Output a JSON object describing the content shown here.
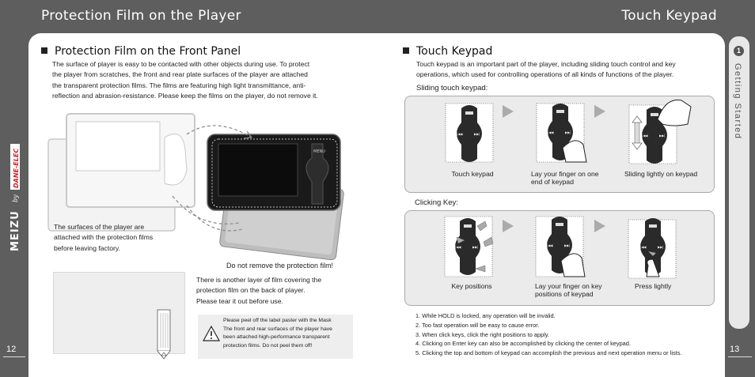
{
  "header": {
    "left_title": "Protection Film on the Player",
    "right_title": "Touch Keypad"
  },
  "spine": {
    "brand": "MEIZU",
    "by": "by",
    "partner": "DANE-ELEC"
  },
  "page_numbers": {
    "left": "12",
    "right": "13"
  },
  "side_tab": {
    "number": "1",
    "label": "Getting Started"
  },
  "left": {
    "section_title": "Protection Film on the Front Panel",
    "intro_lines": [
      "The surface of player is easy to be contacted with other objects during use. To protect",
      "the player from scratches, the front and rear plate surfaces of the player are attached",
      "the transparent protection films. The films are featuring high light transmittance, anti-",
      "reflection and abrasion-resistance. Please keep the films on the player, do not remove it."
    ],
    "surfaces_lines": [
      "The surfaces of the player are",
      "attached with the protection films",
      "before leaving factory."
    ],
    "warning_title": "Do not remove the protection film!",
    "back_lines": [
      "There is another layer of film covering the",
      "protection film on the back of player.",
      "Please tear it out before use."
    ],
    "notice_lines": [
      "Please peel off the label paster with the Mask",
      "The front and rear surfaces of the player have",
      "been attached high-performance transparent",
      "protection films. Do not peel them off!"
    ]
  },
  "right": {
    "section_title": "Touch Keypad",
    "intro_lines": [
      "Touch keypad is an important part of the player, including sliding touch control and key",
      "operations, which used for controlling operations of all kinds of functions of the player."
    ],
    "sliding_title": "Sliding touch keypad:",
    "sliding_captions": [
      [
        "Touch keypad"
      ],
      [
        "Lay your finger on one",
        "end of keypad"
      ],
      [
        "Sliding lightly on keypad"
      ]
    ],
    "clicking_title": "Clicking Key:",
    "clicking_captions": [
      [
        "Key positions"
      ],
      [
        "Lay your finger on key",
        "positions of keypad"
      ],
      [
        "Press lightly"
      ]
    ],
    "notes": [
      "1. While HOLD is locked, any operation will be invalid.",
      "2. Too fast operation will be easy to cause error.",
      "3. When click keys, click the right positions to apply.",
      "4. Clicking on Enter key can also be accomplished by clicking the center of keypad.",
      "5. Clicking the top and bottom of keypad can accomplish the previous and next operation menu or lists."
    ]
  }
}
